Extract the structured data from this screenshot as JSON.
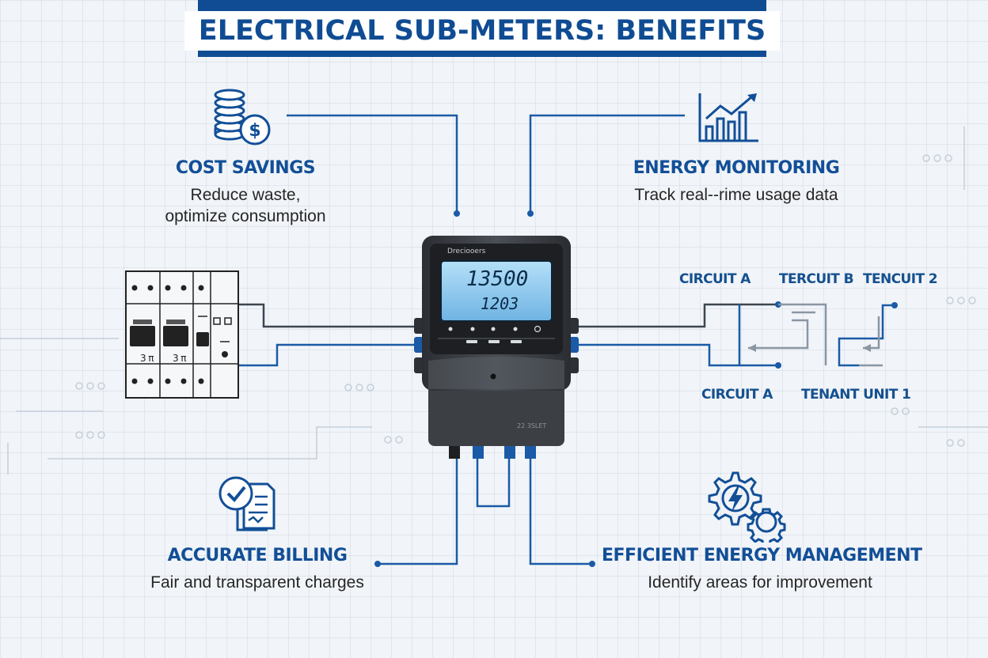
{
  "title": "ELECTRICAL SUB-METERS: BENEFITS",
  "benefits": {
    "cost_savings": {
      "heading": "COST SAVINGS",
      "line1": "Reduce waste,",
      "line2": "optimize consumption"
    },
    "energy_monitoring": {
      "heading": "ENERGY MONITORING",
      "line1": "Track real--rime usage data"
    },
    "accurate_billing": {
      "heading": "ACCURATE BILLING",
      "line1": "Fair and transparent charges"
    },
    "efficient_management": {
      "heading": "EFFICIENT ENERGY MANAGEMENT",
      "line1": "Identify areas for improvement"
    }
  },
  "circuits": {
    "top_left": "CIRCUIT A",
    "top_middle": "TERCUIT B",
    "top_right": "TENCUIT 2",
    "bottom_left": "CIRCUIT A",
    "bottom_right": "TENANT UNIT 1"
  },
  "meter": {
    "brand": "Dreciooers",
    "reading_main": "13500",
    "reading_secondary": "1203",
    "model": "22 3SLET"
  },
  "breaker_panel": {
    "label_left": "3 π",
    "label_middle": "3 π"
  },
  "colors": {
    "accent": "#0f4c93",
    "wire_blue": "#1a5aa6",
    "wire_dark": "#3b4650",
    "meter_body": "#3a3d42",
    "lcd": "#8fc9ee"
  },
  "icons": [
    "coins-dollar-icon",
    "growth-chart-icon",
    "checklist-document-icon",
    "gear-lightning-icon"
  ]
}
